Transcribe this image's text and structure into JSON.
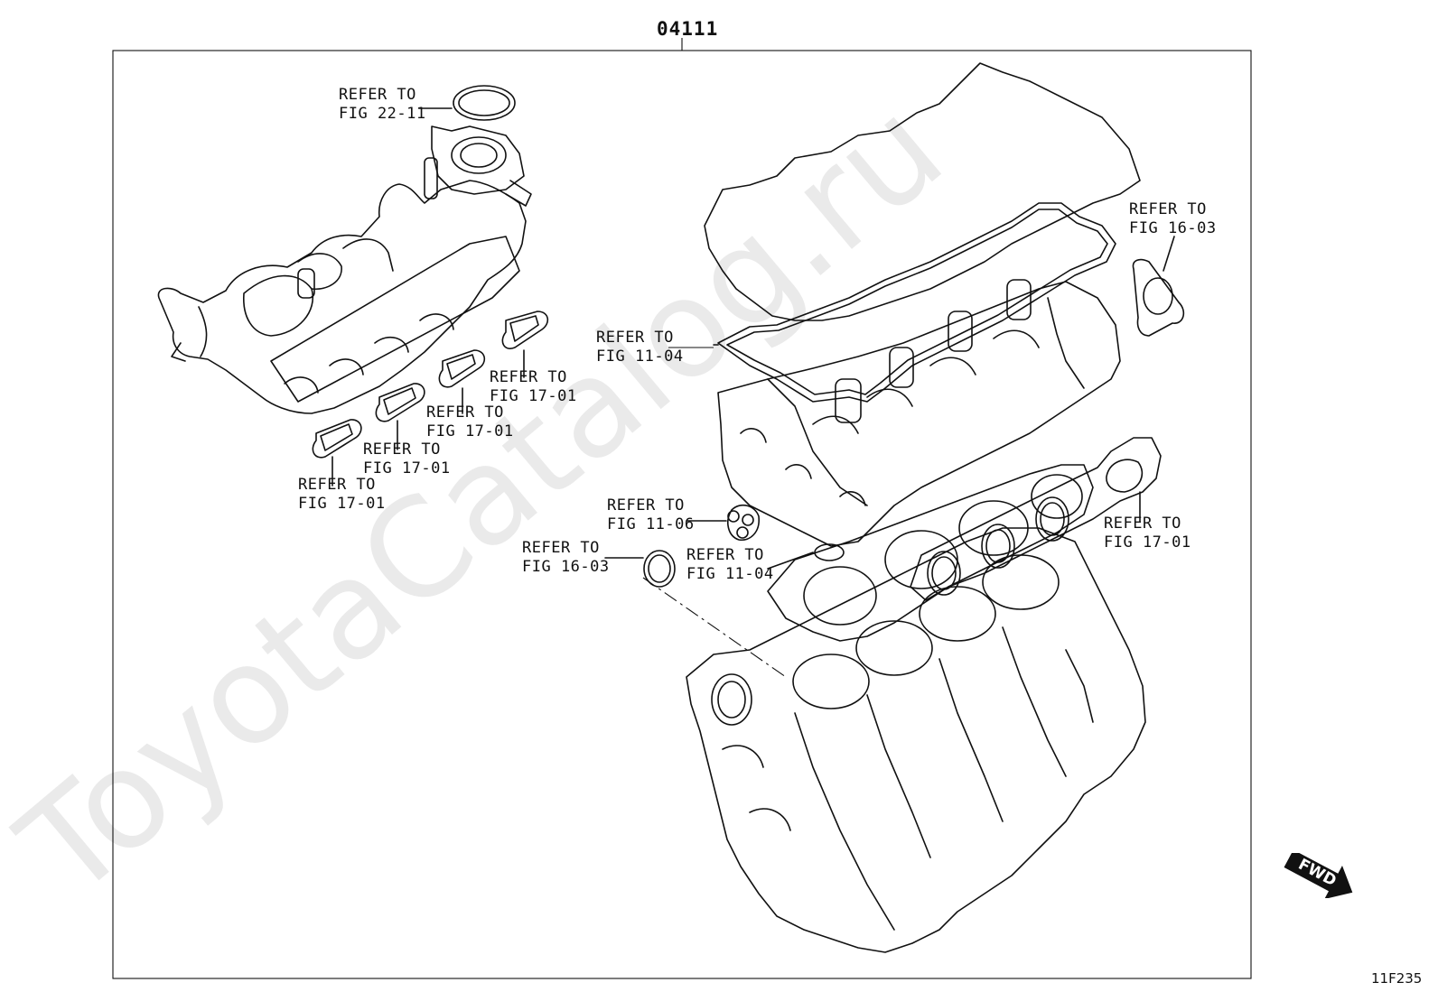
{
  "part_number": "04111",
  "figure_id": "11F235",
  "watermark": "ToyotaCatalog.ru",
  "fwd_icon": {
    "text": "FWD",
    "icon": "forward-arrow-icon"
  },
  "callouts": [
    {
      "line1": "REFER TO",
      "line2": "FIG 22-11"
    },
    {
      "line1": "REFER TO",
      "line2": "FIG 16-03"
    },
    {
      "line1": "REFER TO",
      "line2": "FIG 11-04"
    },
    {
      "line1": "REFER TO",
      "line2": "FIG 17-01"
    },
    {
      "line1": "REFER TO",
      "line2": "FIG 17-01"
    },
    {
      "line1": "REFER TO",
      "line2": "FIG 17-01"
    },
    {
      "line1": "REFER TO",
      "line2": "FIG 17-01"
    },
    {
      "line1": "REFER TO",
      "line2": "FIG 11-06"
    },
    {
      "line1": "REFER TO",
      "line2": "FIG 16-03"
    },
    {
      "line1": "REFER TO",
      "line2": "FIG 11-04"
    },
    {
      "line1": "REFER TO",
      "line2": "FIG 17-01"
    }
  ]
}
